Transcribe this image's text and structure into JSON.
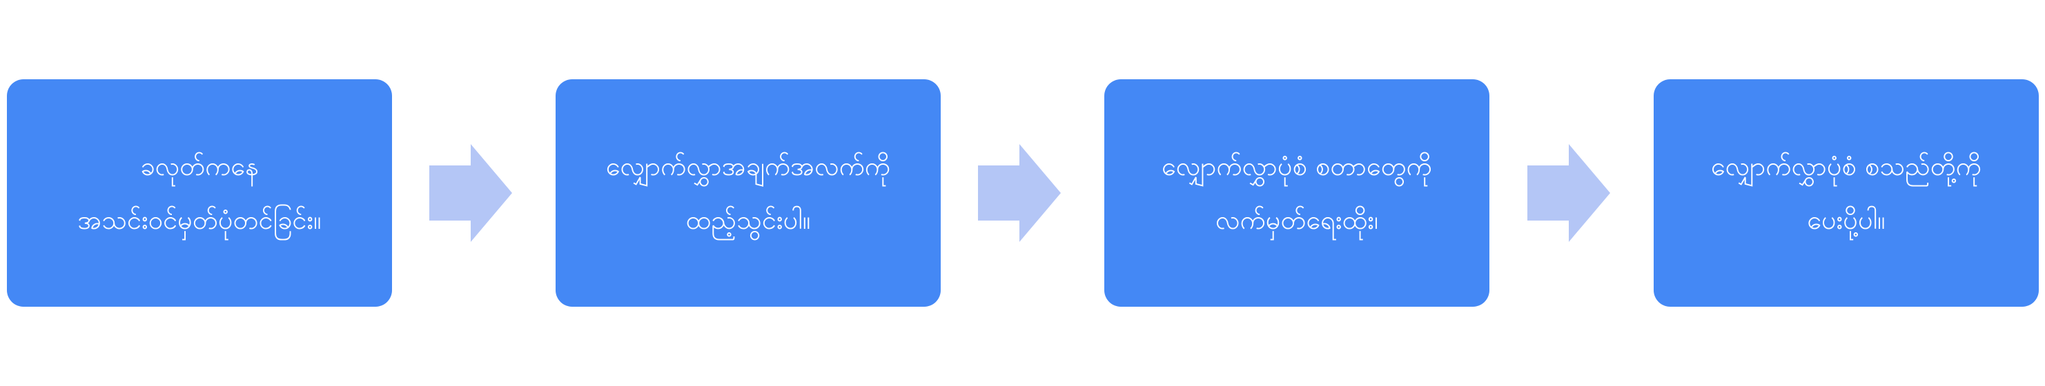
{
  "colors": {
    "box_fill": "#4488f5",
    "box_text": "#ffffff",
    "arrow_fill": "#b4c6f6",
    "background": "#ffffff"
  },
  "steps": [
    {
      "line1": "ခလုတ်ကနေ",
      "line2": "အသင်းဝင်မှတ်ပုံတင်ခြင်း။"
    },
    {
      "line1": "လျှောက်လွှာအချက်အလက်ကို",
      "line2": "ထည့်သွင်းပါ။"
    },
    {
      "line1": "လျှောက်လွှာပုံစံ စတာတွေကို",
      "line2": "လက်မှတ်ရေးထိုး၊"
    },
    {
      "line1": "လျှောက်လွှာပုံစံ စသည်တို့ကို",
      "line2": "ပေးပို့ပါ။"
    }
  ],
  "arrows": [
    {
      "icon": "right-arrow-icon"
    },
    {
      "icon": "right-arrow-icon"
    },
    {
      "icon": "right-arrow-icon"
    }
  ]
}
